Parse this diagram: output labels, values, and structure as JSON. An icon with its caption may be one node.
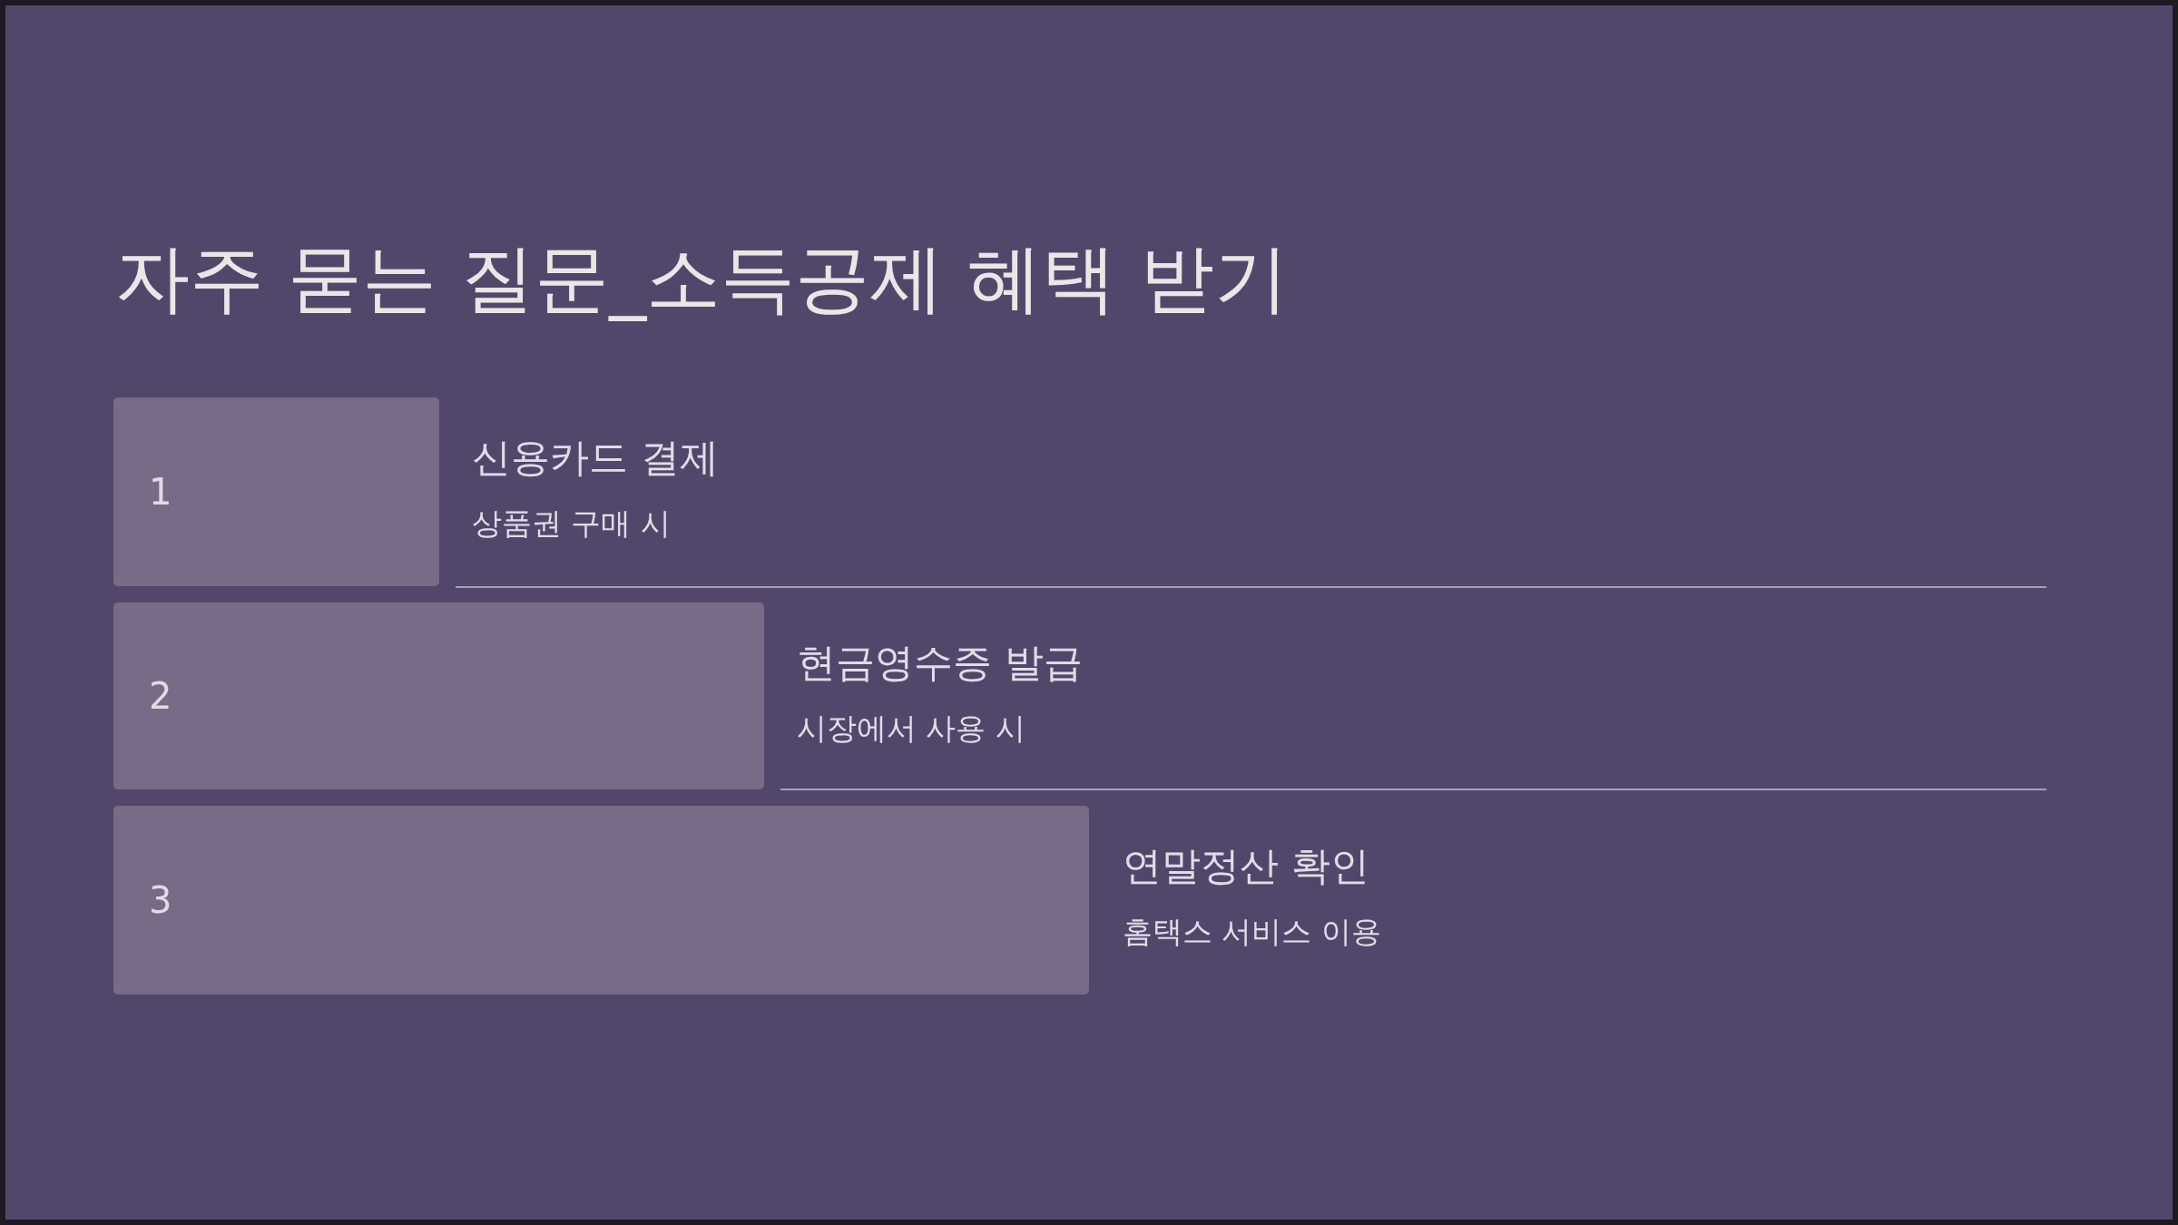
{
  "diagram": {
    "title": "자주 묻는 질문_소득공제 혜택 받기",
    "nodes": [
      {
        "text": [
          "1"
        ],
        "beside": [
          "신용카드 결제",
          "상품권 구매 시"
        ]
      },
      {
        "text": [
          "2"
        ],
        "beside": [
          "현금영수증 발급",
          "시장에서 사용 시"
        ]
      },
      {
        "text": [
          "3"
        ],
        "beside": [
          "연말정산 확인",
          "홈택스 서비스 이용"
        ]
      }
    ]
  }
}
